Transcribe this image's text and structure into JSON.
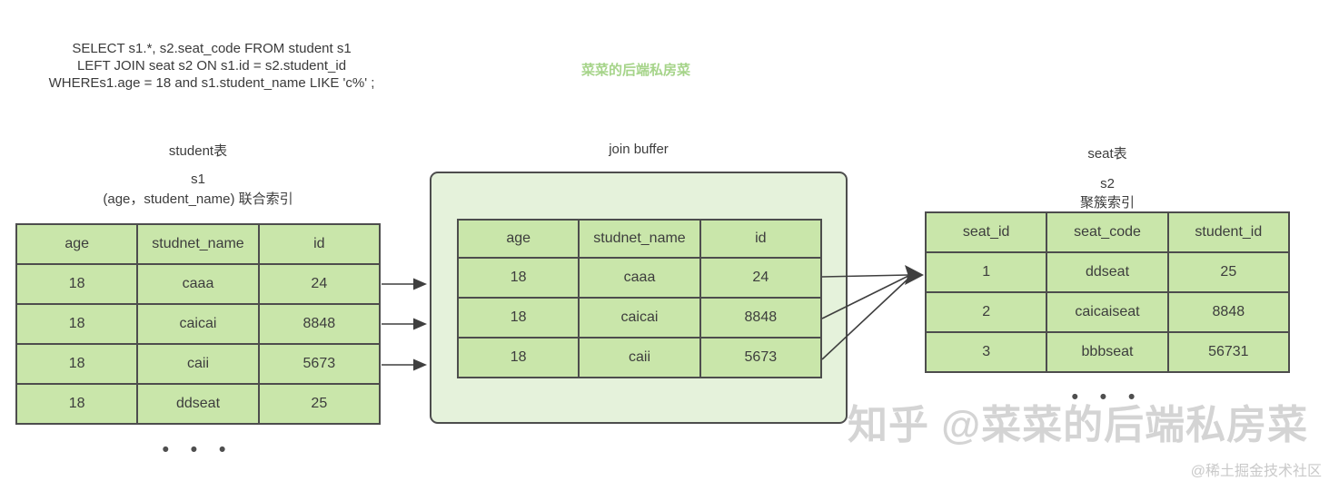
{
  "sql": {
    "lines": [
      "SELECT s1.*, s2.seat_code FROM student s1",
      "LEFT JOIN seat s2 ON s1.id = s2.student_id",
      "WHEREs1.age = 18 and s1.student_name LIKE 'c%' ;"
    ]
  },
  "green_title": "菜菜的后端私房菜",
  "student_table": {
    "title": "student表",
    "alias": "s1",
    "index_note": "(age，student_name) 联合索引",
    "headers": [
      "age",
      "studnet_name",
      "id"
    ],
    "rows": [
      [
        "18",
        "caaa",
        "24"
      ],
      [
        "18",
        "caicai",
        "8848"
      ],
      [
        "18",
        "caii",
        "5673"
      ],
      [
        "18",
        "ddseat",
        "25"
      ]
    ],
    "ellipsis": "• • •"
  },
  "join_buffer": {
    "title": "join buffer",
    "headers": [
      "age",
      "studnet_name",
      "id"
    ],
    "rows": [
      [
        "18",
        "caaa",
        "24"
      ],
      [
        "18",
        "caicai",
        "8848"
      ],
      [
        "18",
        "caii",
        "5673"
      ]
    ]
  },
  "seat_table": {
    "title": "seat表",
    "alias": "s2",
    "index_note": "聚簇索引",
    "headers": [
      "seat_id",
      "seat_code",
      "student_id"
    ],
    "rows": [
      [
        "1",
        "ddseat",
        "25"
      ],
      [
        "2",
        "caicaiseat",
        "8848"
      ],
      [
        "3",
        "bbbseat",
        "56731"
      ]
    ],
    "ellipsis": "• • •"
  },
  "watermarks": {
    "zhihu": "知乎 @菜菜的后端私房菜",
    "juejin": "@稀土掘金技术社区"
  },
  "colors": {
    "cell_green": "#c9e6aa",
    "buffer_background": "#e5f2db",
    "border_dark": "#4d4d4d",
    "title_green": "#a6d48a",
    "watermark_gray": "#d4d4d4"
  }
}
